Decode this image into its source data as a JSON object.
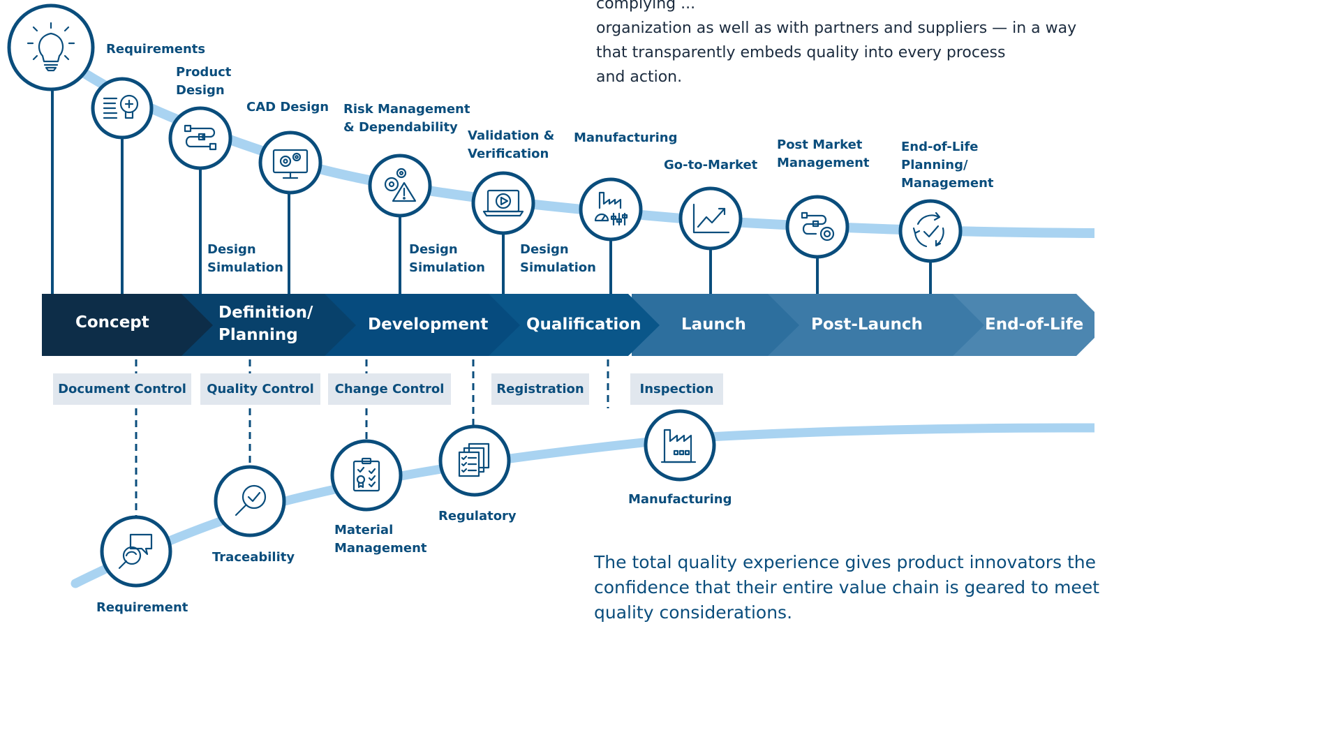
{
  "intro_text": {
    "lines": [
      "complying ...",
      "organization as well as with partners and suppliers — in a way",
      "that transparently embeds quality into every process",
      "and action."
    ]
  },
  "upper_milestones": [
    {
      "label": "Requirements",
      "icon": "lightbulb-icon"
    },
    {
      "label": "Product\nDesign",
      "icon": "idea-list-icon"
    },
    {
      "label": "CAD Design",
      "icon": "process-flow-icon"
    },
    {
      "label": "Risk Management\n& Dependability",
      "icon": "monitor-gears-icon"
    },
    {
      "label": "Validation &\nVerification",
      "icon": "gears-warning-icon"
    },
    {
      "label": "Manufacturing",
      "icon": "laptop-play-icon"
    },
    {
      "label": "Go-to-Market",
      "icon": "factory-controls-icon"
    },
    {
      "label": "Post Market\nManagement",
      "icon": "growth-chart-icon"
    },
    {
      "label": "End-of-Life\nPlanning/\nManagement",
      "icon": "flow-gear-icon"
    },
    {
      "label": "",
      "icon": "recycle-check-icon"
    }
  ],
  "simulation_labels": [
    "Design\nSimulation",
    "Design\nSimulation",
    "Design\nSimulation"
  ],
  "phases": [
    "Concept",
    "Definition/\nPlanning",
    "Development",
    "Qualification",
    "Launch",
    "Post-Launch",
    "End-of-Life"
  ],
  "process_tags": [
    "Document Control",
    "Quality Control",
    "Change Control",
    "Registration",
    "Inspection"
  ],
  "lower_milestones": [
    {
      "label": "Requirement",
      "icon": "chat-search-icon"
    },
    {
      "label": "Traceability",
      "icon": "magnifier-check-icon"
    },
    {
      "label": "Material\nManagement",
      "icon": "clipboard-checklist-icon"
    },
    {
      "label": "Regulatory",
      "icon": "documents-stack-icon"
    },
    {
      "label": "Manufacturing",
      "icon": "factory-icon"
    }
  ],
  "closing_text": {
    "lines": [
      "The total quality experience gives product innovators the",
      "confidence that their entire value chain is geared to meet",
      "quality considerations."
    ]
  },
  "colors": {
    "primary": "#0a4d7c",
    "curve": "#a9d3f1",
    "tag_bg": "#e1e7ee",
    "phase_bands": [
      "#0d2d48",
      "#08416b",
      "#064b7e",
      "#0a5689",
      "#2d6f9e",
      "#3c7aa7",
      "#4c86b0"
    ]
  }
}
